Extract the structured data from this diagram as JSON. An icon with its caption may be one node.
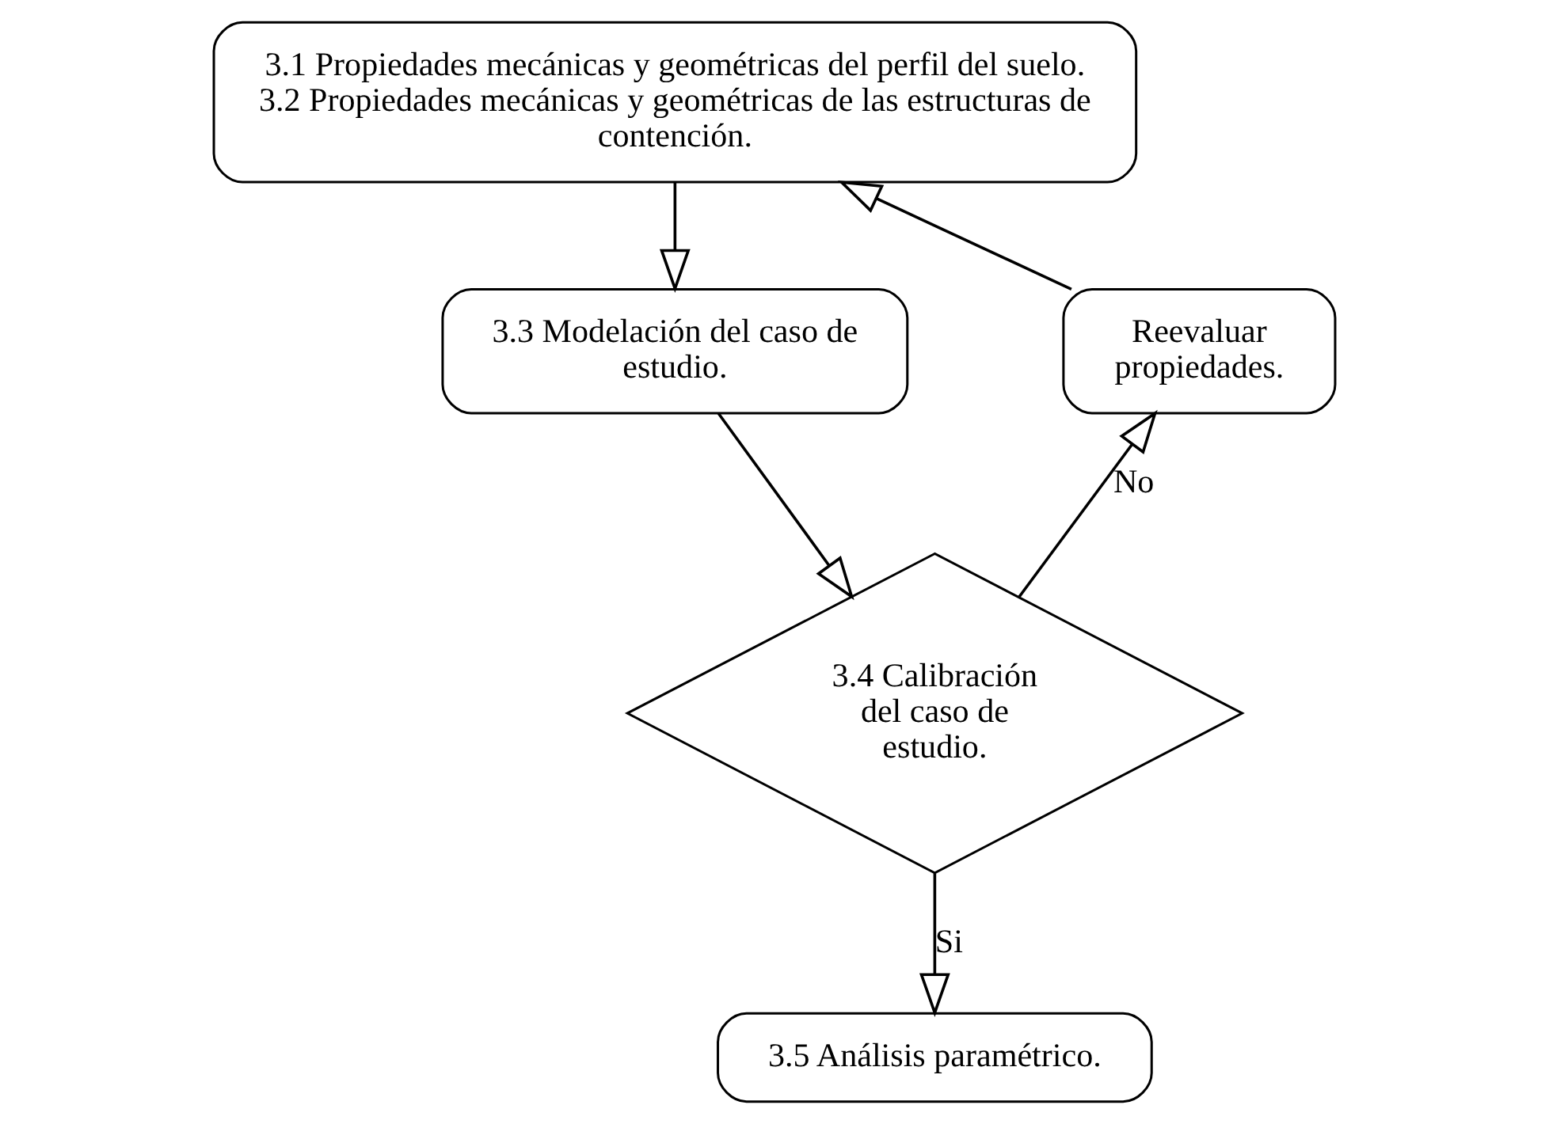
{
  "diagram": {
    "nodes": [
      {
        "text": [
          "3.1 Propiedades mecánicas y geométricas del perfil del suelo.",
          "3.2 Propiedades mecánicas y geométricas de las estructuras de contención."
        ]
      },
      {
        "text": [
          "3.3 Modelación del caso de estudio."
        ]
      },
      {
        "text": [
          "3.4 Calibración del caso de estudio."
        ]
      },
      {
        "text": [
          "Reevaluar propiedades."
        ]
      },
      {
        "text": [
          "3.5 Análisis paramétrico."
        ]
      }
    ],
    "edges": [
      {
        "from": 0,
        "to": 1,
        "arrow": "to"
      },
      {
        "from": 1,
        "to": 2,
        "arrow": "to"
      },
      {
        "from": 2,
        "to": 3,
        "arrow": "to",
        "label": "No"
      },
      {
        "from": 3,
        "to": 0,
        "arrow": "to"
      },
      {
        "from": 2,
        "to": 4,
        "arrow": "to",
        "label": "Si"
      }
    ]
  }
}
